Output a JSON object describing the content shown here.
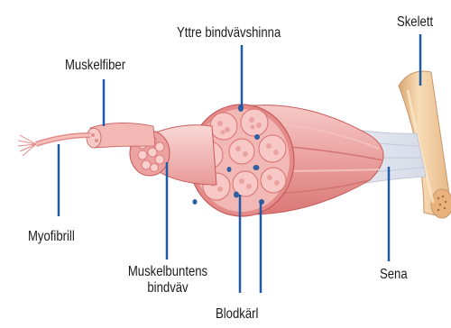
{
  "labels": {
    "yttre_bindvavshinna": "Yttre bindvävshinna",
    "skelett": "Skelett",
    "muskelfiber": "Muskelfiber",
    "myofibrill": "Myofibrill",
    "muskelbuntens_line1": "Muskelbuntens",
    "muskelbuntens_line2": "bindväv",
    "sena": "Sena",
    "blodkarl": "Blodkärl"
  },
  "colors": {
    "muscle_light": "#f6c7c4",
    "muscle_mid": "#eca3a1",
    "muscle_dark": "#d9706f",
    "muscle_outline": "#c85a5a",
    "tendon": "#e9ecf3",
    "bone": "#f4d2a8",
    "bone_dark": "#d9a877",
    "vessel": "#2f5fa0",
    "leader_line": "#1f5ba6"
  }
}
